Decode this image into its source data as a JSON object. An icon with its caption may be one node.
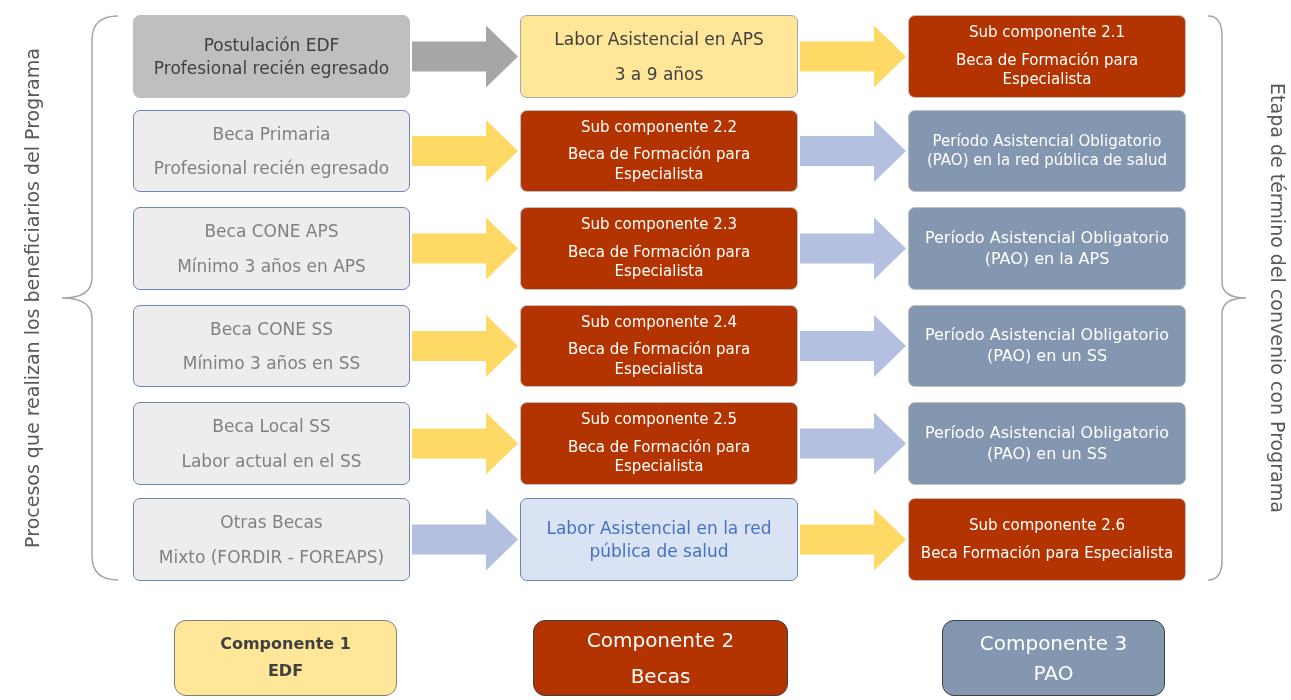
{
  "diagram": {
    "nodes": [
      {
        "text": [
          "Postulación EDF",
          "Profesional recién egresado"
        ]
      },
      {
        "text": [
          "Labor Asistencial en APS",
          "3 a 9 años"
        ]
      },
      {
        "text": [
          "Sub componente 2.1",
          "Beca de Formación para Especialista"
        ]
      },
      {
        "text": [
          "Beca Primaria",
          "Profesional recién egresado"
        ]
      },
      {
        "text": [
          "Sub componente 2.2",
          "Beca de Formación para Especialista"
        ]
      },
      {
        "text": [
          "Período Asistencial Obligatorio (PAO) en la red pública de salud"
        ]
      },
      {
        "text": [
          "Beca CONE APS",
          "Mínimo 3 años en APS"
        ]
      },
      {
        "text": [
          "Sub componente 2.3",
          "Beca de Formación para Especialista"
        ]
      },
      {
        "text": [
          "Período Asistencial Obligatorio (PAO) en la APS"
        ]
      },
      {
        "text": [
          "Beca CONE SS",
          "Mínimo 3 años en SS"
        ]
      },
      {
        "text": [
          "Sub componente 2.4",
          "Beca de Formación para Especialista"
        ]
      },
      {
        "text": [
          "Período Asistencial Obligatorio (PAO) en un SS"
        ]
      },
      {
        "text": [
          "Beca Local SS",
          "Labor actual en el SS"
        ]
      },
      {
        "text": [
          "Sub componente 2.5",
          "Beca de Formación para Especialista"
        ]
      },
      {
        "text": [
          "Período Asistencial Obligatorio (PAO) en un SS"
        ]
      },
      {
        "text": [
          "Otras Becas",
          "Mixto (FORDIR - FOREAPS)"
        ]
      },
      {
        "text": [
          "Labor Asistencial en la red pública de salud"
        ]
      },
      {
        "text": [
          "Sub componente 2.6",
          "Beca Formación para Especialista"
        ]
      },
      {
        "text": [
          "Componente 1",
          "EDF"
        ]
      },
      {
        "text": [
          "Componente 2",
          "Becas"
        ]
      },
      {
        "text": [
          "Componente 3",
          "PAO"
        ]
      }
    ],
    "edges": [
      {
        "from": 0,
        "to": 1,
        "arrow": "to",
        "color": "#a6a6a6"
      },
      {
        "from": 1,
        "to": 2,
        "arrow": "to"
      },
      {
        "from": 3,
        "to": 4,
        "arrow": "to"
      },
      {
        "from": 4,
        "to": 5,
        "arrow": "to",
        "color": "#b4c0e0"
      },
      {
        "from": 6,
        "to": 7,
        "arrow": "to"
      },
      {
        "from": 7,
        "to": 8,
        "arrow": "to",
        "color": "#b4c0e0"
      },
      {
        "from": 9,
        "to": 10,
        "arrow": "to"
      },
      {
        "from": 10,
        "to": 11,
        "arrow": "to",
        "color": "#b4c0e0"
      },
      {
        "from": 12,
        "to": 13,
        "arrow": "to"
      },
      {
        "from": 13,
        "to": 14,
        "arrow": "to",
        "color": "#b4c0e0"
      },
      {
        "from": 15,
        "to": 16,
        "arrow": "to",
        "color": "#b4c0e0"
      },
      {
        "from": 16,
        "to": 17,
        "arrow": "to"
      }
    ],
    "labels": [
      "Procesos que realizan los beneficiarios del Programa",
      "Etapa de término del convenio con Programa"
    ]
  }
}
